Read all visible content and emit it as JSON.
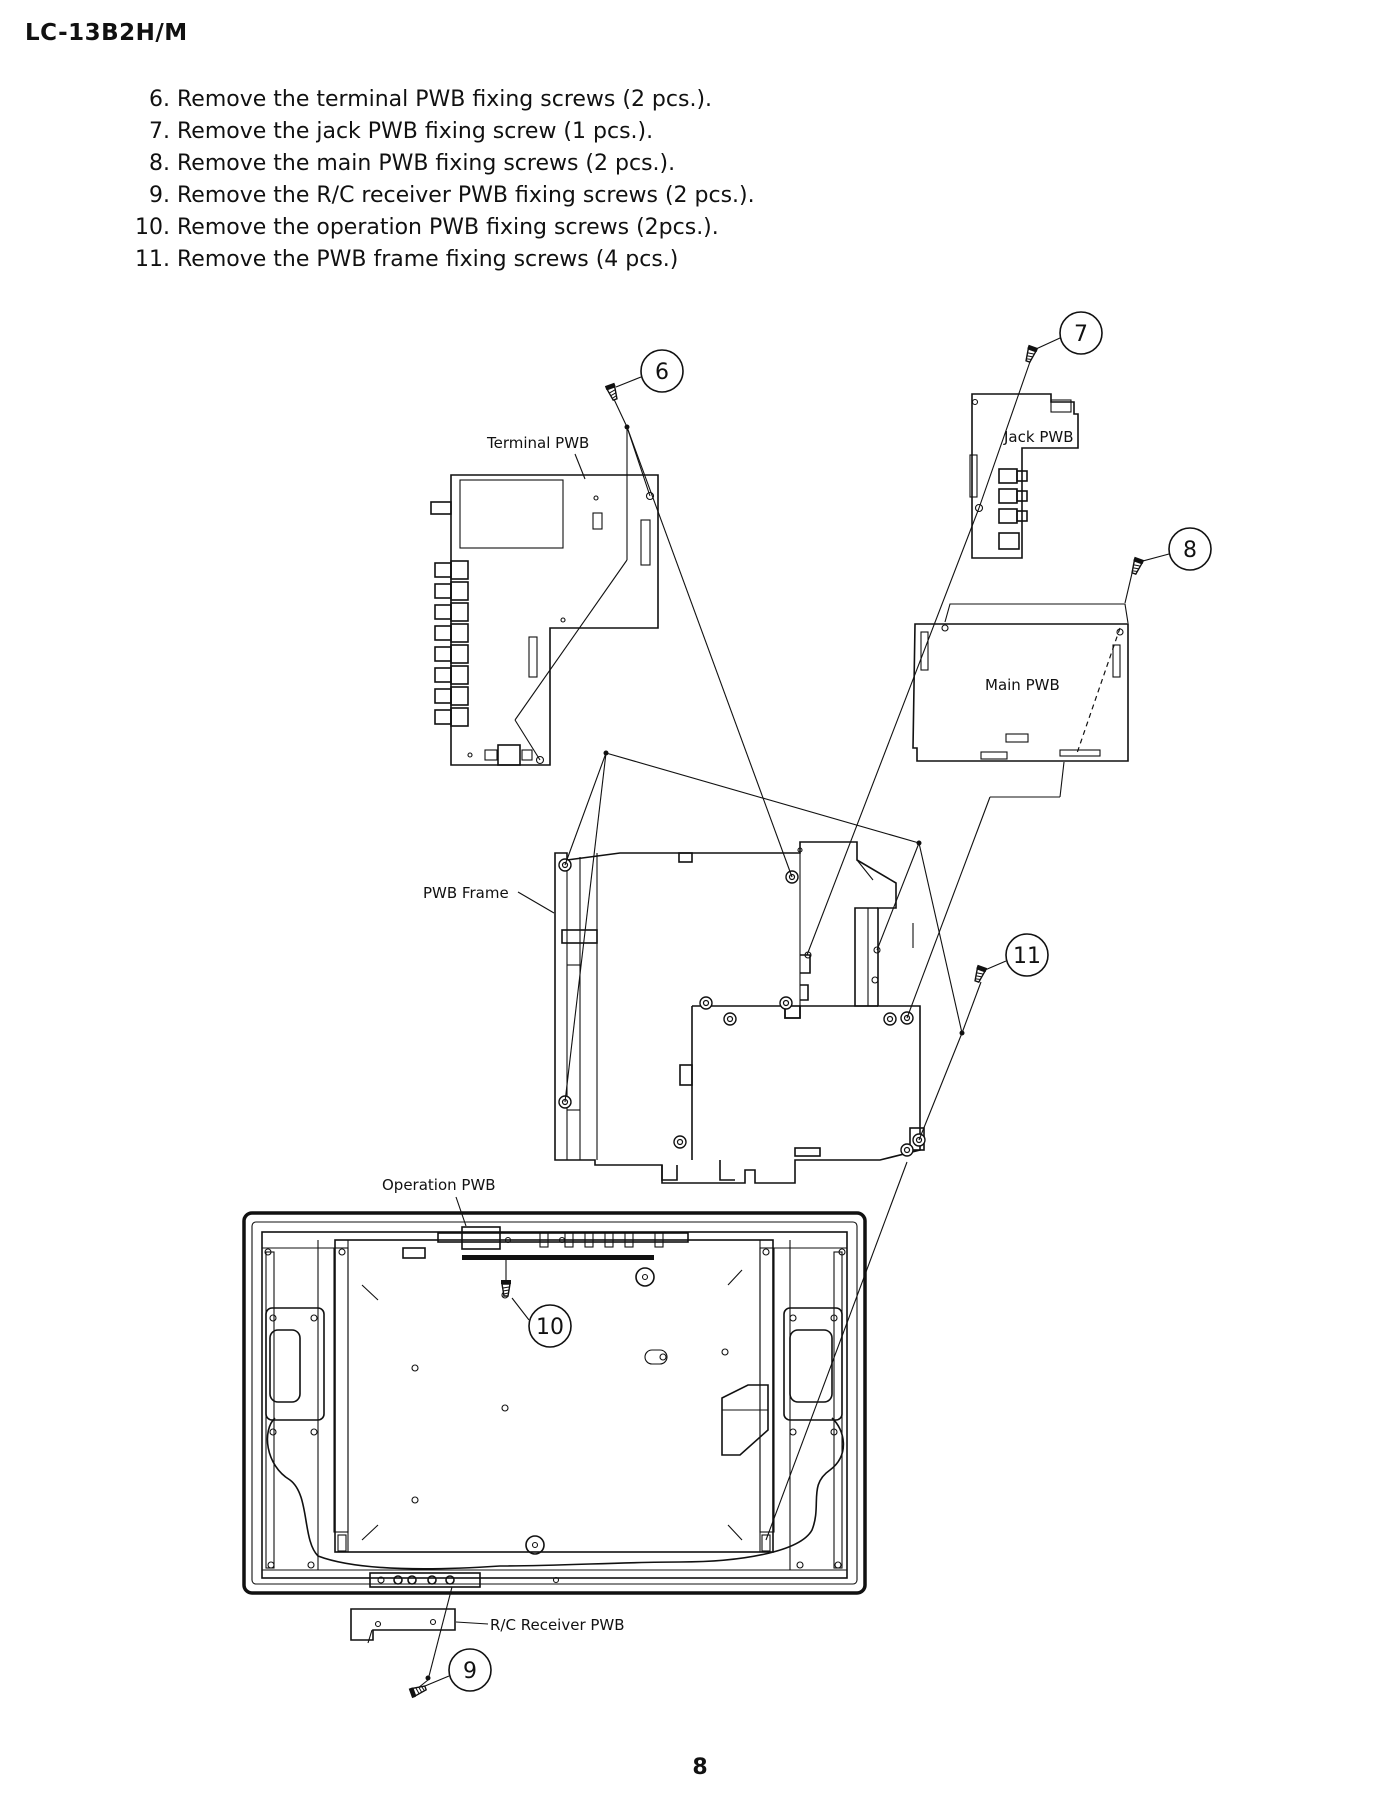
{
  "header": {
    "model": "LC-13B2H/M"
  },
  "steps": [
    {
      "num": "6.",
      "text": "Remove the terminal PWB fixing screws (2 pcs.)."
    },
    {
      "num": "7.",
      "text": "Remove the jack PWB fixing screw (1 pcs.)."
    },
    {
      "num": "8.",
      "text": "Remove the main PWB fixing screws (2 pcs.)."
    },
    {
      "num": "9.",
      "text": "Remove the R/C receiver PWB fixing screws (2 pcs.)."
    },
    {
      "num": "10.",
      "text": "Remove the operation PWB fixing screws (2pcs.)."
    },
    {
      "num": "11.",
      "text": "Remove the PWB frame fixing screws (4 pcs.)"
    }
  ],
  "diagram": {
    "labels": {
      "terminal_pwb": "Terminal PWB",
      "jack_pwb": "Jack PWB",
      "main_pwb": "Main PWB",
      "pwb_frame": "PWB Frame",
      "operation_pwb": "Operation PWB",
      "rc_receiver_pwb": "R/C Receiver PWB"
    },
    "callouts": {
      "c6": "6",
      "c7": "7",
      "c8": "8",
      "c9": "9",
      "c10": "10",
      "c11": "11"
    },
    "screw_icon": "screw-icon"
  },
  "footer": {
    "page_number": "8"
  }
}
